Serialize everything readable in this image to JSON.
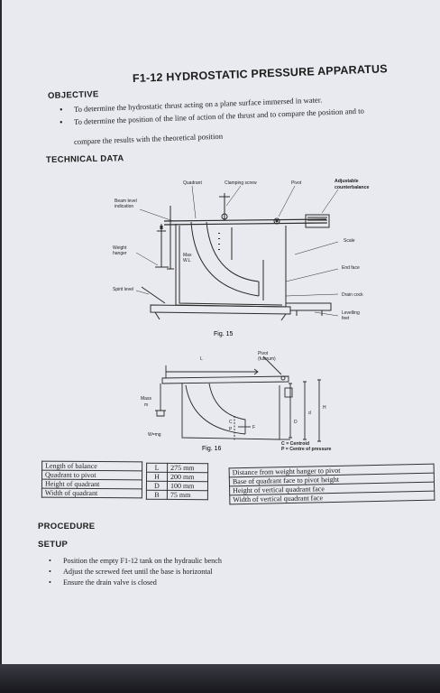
{
  "title": "F1-12 HYDROSTATIC PRESSURE APPARATUS",
  "objective": {
    "heading": "OBJECTIVE",
    "items": [
      "To determine the hydrostatic thrust acting on a plane surface immersed in water.",
      "To determine the position of the line of action of the thrust and to compare the position and to",
      "compare the results with the theoretical position"
    ]
  },
  "technical": {
    "heading": "TECHNICAL DATA"
  },
  "fig15": {
    "caption": "Fig. 15",
    "labels": [
      "Quadrant",
      "Clamping screw",
      "Pivot",
      "Adjustable",
      "counterbalance",
      "Beam level",
      "indication",
      "Scale",
      "Weight",
      "hanger",
      "Max",
      "W.L",
      "End face",
      "Spirit level",
      "Drain cock",
      "Levelling",
      "feet"
    ]
  },
  "fig16": {
    "caption": "Fig. 16",
    "labels": [
      "L",
      "Pivot",
      "(fulcrum)",
      "Mass",
      "m",
      "W=mg",
      "C",
      "P",
      "F",
      "D",
      "d",
      "H"
    ],
    "legend": [
      "C = Centroid",
      "P = Centre of pressure"
    ]
  },
  "table": {
    "rows": [
      {
        "name": "Length of balance",
        "symbol": "L",
        "value": "275 mm",
        "description": "Distance from weight hanger to pivot"
      },
      {
        "name": "Quadrant to pivot",
        "symbol": "H",
        "value": "200 mm",
        "description": "Base of quadrant face to pivot height"
      },
      {
        "name": "Height of quadrant",
        "symbol": "D",
        "value": "100 mm",
        "description": "Height of vertical quadrant face"
      },
      {
        "name": "Width of quadrant",
        "symbol": "B",
        "value": "75 mm",
        "description": "Width of vertical quadrant face"
      }
    ]
  },
  "procedure": {
    "heading": "PROCEDURE",
    "subheading": "SETUP",
    "items": [
      "Position the empty F1-12 tank on the hydraulic bench",
      "Adjust the screwed feet until the base is horizontal",
      "Ensure the drain valve is closed"
    ]
  }
}
